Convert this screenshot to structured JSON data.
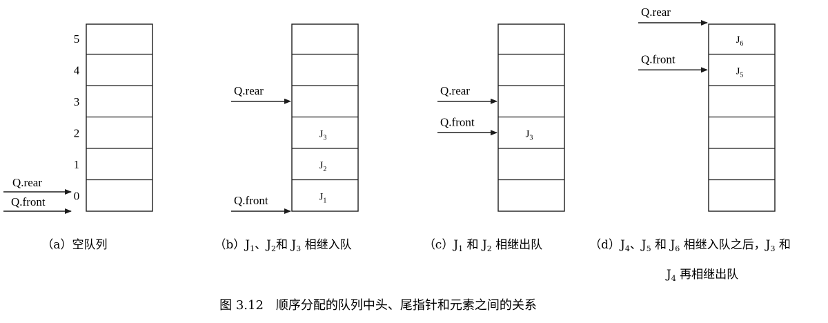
{
  "figure": {
    "title": "图 3.12　顺序分配的队列中头、尾指针和元素之间的关系"
  },
  "slot_labels": [
    "0",
    "1",
    "2",
    "3",
    "4",
    "5"
  ],
  "pointers": {
    "rear": "Q.rear",
    "front": "Q.front"
  },
  "panels": [
    {
      "id": "a",
      "caption": [
        "（a）空队列"
      ],
      "elements": [],
      "rear_slot": 0,
      "front_slot": 0
    },
    {
      "id": "b",
      "caption": [
        "（b）J",
        "1",
        "、J",
        "2",
        "和 J",
        "3",
        " 相继入队"
      ],
      "elements": [
        {
          "slot": 0,
          "text": "J",
          "sub": "1"
        },
        {
          "slot": 1,
          "text": "J",
          "sub": "2"
        },
        {
          "slot": 2,
          "text": "J",
          "sub": "3"
        }
      ],
      "rear_slot": 3,
      "front_slot": 0
    },
    {
      "id": "c",
      "caption": [
        "（c）J",
        "1",
        " 和 J",
        "2",
        " 相继出队"
      ],
      "elements": [
        {
          "slot": 2,
          "text": "J",
          "sub": "3"
        }
      ],
      "rear_slot": 3,
      "front_slot": 2
    },
    {
      "id": "d",
      "caption": [
        "（d）J",
        "4",
        "、J",
        "5",
        " 和 J",
        "6",
        " 相继入队之后，J",
        "3",
        " 和"
      ],
      "caption_line2": [
        "J",
        "4",
        " 再相继出队"
      ],
      "elements": [
        {
          "slot": 4,
          "text": "J",
          "sub": "5"
        },
        {
          "slot": 5,
          "text": "J",
          "sub": "6"
        }
      ],
      "rear_slot": 6,
      "front_slot": 4
    }
  ]
}
